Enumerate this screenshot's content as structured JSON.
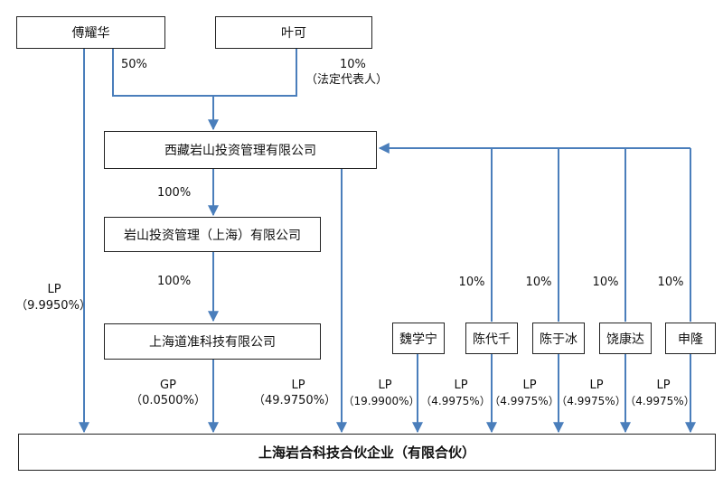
{
  "entities": {
    "fu_yaohua": "傅耀华",
    "ye_ke": "叶可",
    "xizang_yanshan": "西藏岩山投资管理有限公司",
    "yanshan_shanghai": "岩山投资管理（上海）有限公司",
    "shanghai_daozhun": "上海道准科技有限公司",
    "wei_xuening": "魏学宁",
    "chen_daiqian": "陈代千",
    "chen_yubing": "陈于冰",
    "rao_kangda": "饶康达",
    "shen_long": "申隆",
    "target": "上海岩合科技合伙企业（有限合伙）"
  },
  "labels": {
    "fu_to_xizang": "50%",
    "ye_to_xizang": "10%",
    "ye_role": "（法定代表人）",
    "xizang_to_yanshan": "100%",
    "yanshan_to_daozhun": "100%",
    "fu_lp_type": "LP",
    "fu_lp_pct": "（9.9950%）",
    "daozhun_gp_type": "GP",
    "daozhun_gp_pct": "（0.0500%）",
    "xizang_lp_type": "LP",
    "xizang_lp_pct": "（49.9750%）",
    "wei_lp_type": "LP",
    "wei_lp_pct": "（19.9900%）",
    "chen_daiqian_share": "10%",
    "chen_daiqian_lp_type": "LP",
    "chen_daiqian_lp_pct": "（4.9975%）",
    "chen_yubing_share": "10%",
    "chen_yubing_lp_type": "LP",
    "chen_yubing_lp_pct": "（4.9975%）",
    "rao_share": "10%",
    "rao_lp_type": "LP",
    "rao_lp_pct": "（4.9975%）",
    "shen_share": "10%",
    "shen_lp_type": "LP",
    "shen_lp_pct": "（4.9975%）"
  },
  "colors": {
    "line": "#4a7ebb",
    "border": "#222222"
  }
}
